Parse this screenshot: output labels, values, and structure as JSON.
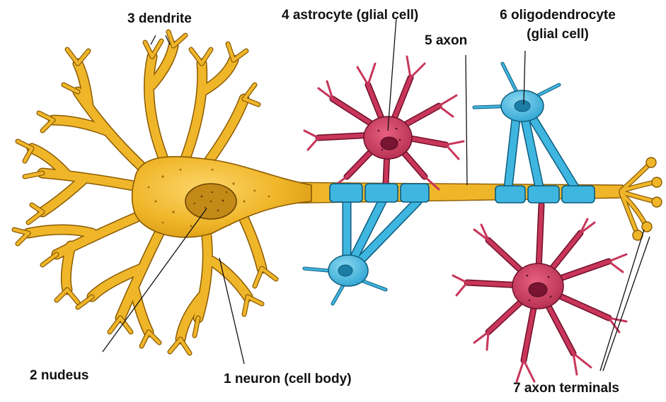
{
  "labels": {
    "cell_body": "1 neuron (cell body)",
    "nucleus": "2 nudeus",
    "dendrite": "3 dendrite",
    "astrocyte": "4 astrocyte (glial cell)",
    "axon": "5 axon",
    "oligodendrocyte_line1": "6 oligodendrocyte",
    "oligodendrocyte_line2": "(glial cell)",
    "axon_terminals": "7 axon terminals"
  },
  "colors": {
    "neuron": "#f0b62a",
    "neuron_outline": "#8a5a00",
    "astrocyte": "#c8365a",
    "astrocyte_outline": "#6e0f2a",
    "oligodendrocyte": "#3fb6e0",
    "oligodendrocyte_outline": "#0c5a7c",
    "nucleus": "#c48a18",
    "leader_line": "#111111"
  }
}
